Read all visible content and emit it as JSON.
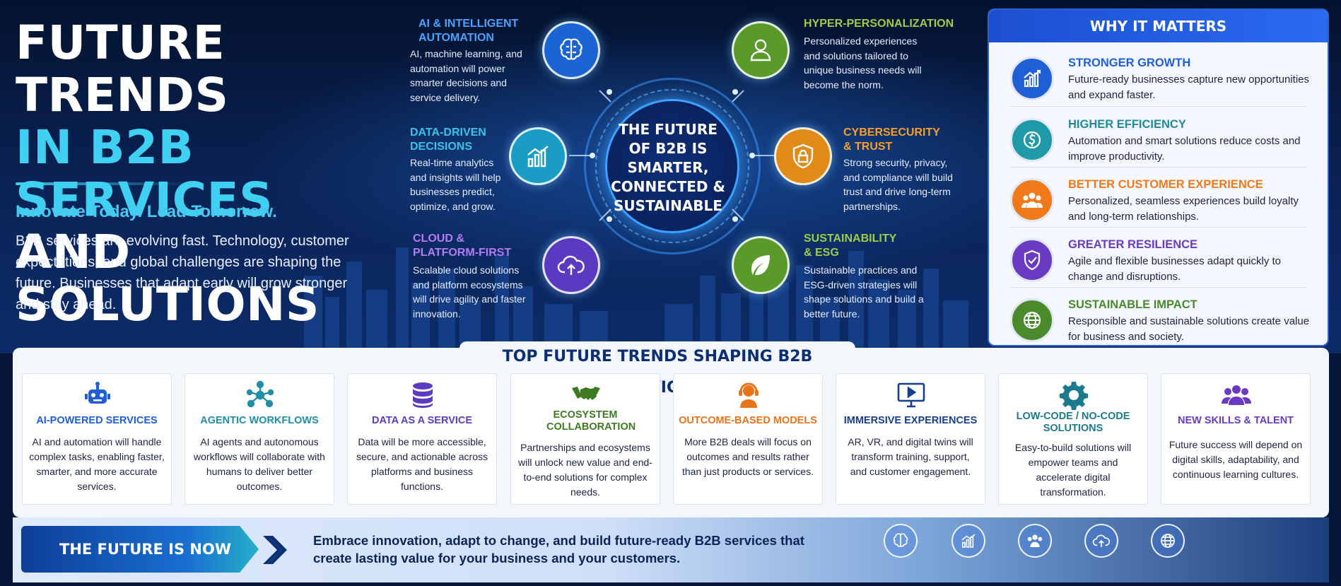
{
  "title": {
    "line1": "FUTURE TRENDS",
    "line2": "IN B2B SERVICES",
    "line3": "AND SOLUTIONS",
    "tagline": "Innovate Today. Lead Tomorrow.",
    "intro": "B2B services are evolving fast. Technology, customer expectations, and global challenges are shaping the future. Businesses that adapt early will grow stronger and stay ahead."
  },
  "hub": {
    "center_text": "THE FUTURE OF B2B IS SMARTER, CONNECTED & SUSTAINABLE",
    "trends": [
      {
        "title": "AI & INTELLIGENT AUTOMATION",
        "text": "AI, machine learning, and automation will power smarter decisions and service delivery.",
        "icon": "brain-icon",
        "color": "#2f8be8"
      },
      {
        "title": "HYPER-PERSONALIZATION",
        "text": "Personalized experiences and solutions tailored to unique business needs will become the norm.",
        "icon": "user-icon",
        "color": "#8cc63e"
      },
      {
        "title": "DATA-DRIVEN DECISIONS",
        "text": "Real-time analytics and insights will help businesses predict, optimize, and grow.",
        "icon": "chart-icon",
        "color": "#27b3d6"
      },
      {
        "title": "CYBERSECURITY & TRUST",
        "text": "Strong security, privacy, and compliance will build trust and drive long-term partnerships.",
        "icon": "shield-lock-icon",
        "color": "#f39a1e"
      },
      {
        "title": "CLOUD & PLATFORM-FIRST",
        "text": "Scalable cloud solutions and platform ecosystems will drive agility and faster innovation.",
        "icon": "cloud-upload-icon",
        "color": "#b47cf0"
      },
      {
        "title": "SUSTAINABILITY & ESG",
        "text": "Sustainable practices and ESG-driven strategies will shape solutions and build a better future.",
        "icon": "leaf-icon",
        "color": "#8cc63e"
      }
    ]
  },
  "why": {
    "heading": "WHY IT MATTERS",
    "items": [
      {
        "title": "STRONGER GROWTH",
        "text": "Future-ready businesses capture new opportunities and expand faster.",
        "color": "#1f5fd6",
        "icon": "growth-chart-icon"
      },
      {
        "title": "HIGHER EFFICIENCY",
        "text": "Automation and smart solutions reduce costs and improve productivity.",
        "color": "#1f9aa8",
        "icon": "dollar-cycle-icon"
      },
      {
        "title": "BETTER CUSTOMER EXPERIENCE",
        "text": "Personalized, seamless experiences build loyalty and long-term relationships.",
        "color": "#f07a1a",
        "icon": "people-icon"
      },
      {
        "title": "GREATER RESILIENCE",
        "text": "Agile and flexible businesses adapt quickly to change and disruptions.",
        "color": "#6a3bc2",
        "icon": "shield-check-icon"
      },
      {
        "title": "SUSTAINABLE IMPACT",
        "text": "Responsible and sustainable solutions create value for business and society.",
        "color": "#4a8a2a",
        "icon": "globe-icon"
      }
    ]
  },
  "top_trends": {
    "heading": "TOP FUTURE TRENDS SHAPING B2B SERVICES",
    "cards": [
      {
        "title": "AI-POWERED SERVICES",
        "text": "AI and automation will handle complex tasks, enabling faster, smarter, and more accurate services.",
        "color": "#1f5fd6",
        "icon": "robot-icon"
      },
      {
        "title": "AGENTIC WORKFLOWS",
        "text": "AI agents and autonomous workflows will collaborate with humans to deliver better outcomes.",
        "color": "#1f8fa8",
        "icon": "network-icon"
      },
      {
        "title": "DATA AS A SERVICE",
        "text": "Data will be more accessible, secure, and actionable across platforms and business functions.",
        "color": "#5b3cc0",
        "icon": "database-icon"
      },
      {
        "title": "ECOSYSTEM COLLABORATION",
        "text": "Partnerships and ecosystems will unlock new value and end-to-end solutions for complex needs.",
        "color": "#3f7a22",
        "icon": "handshake-icon"
      },
      {
        "title": "OUTCOME-BASED MODELS",
        "text": "More B2B deals will focus on outcomes and results rather than just products or services.",
        "color": "#e8741a",
        "icon": "headset-icon"
      },
      {
        "title": "IMMERSIVE EXPERIENCES",
        "text": "AR, VR, and digital twins will transform training, support, and customer engagement.",
        "color": "#153e8e",
        "icon": "monitor-play-icon"
      },
      {
        "title": "LOW-CODE / NO-CODE SOLUTIONS",
        "text": "Easy-to-build solutions will empower teams and accelerate digital transformation.",
        "color": "#1b7a8c",
        "icon": "gear-icon"
      },
      {
        "title": "NEW SKILLS & TALENT",
        "text": "Future success will depend on digital skills, adaptability, and continuous learning cultures.",
        "color": "#6a3bc2",
        "icon": "team-icon"
      }
    ]
  },
  "footer": {
    "badge": "THE FUTURE IS NOW",
    "text": "Embrace innovation, adapt to change, and build future-ready B2B services that create lasting value for your business and your customers.",
    "icons": [
      "brain-icon",
      "chart-icon",
      "people-icon",
      "cloud-upload-icon",
      "globe-icon"
    ]
  }
}
